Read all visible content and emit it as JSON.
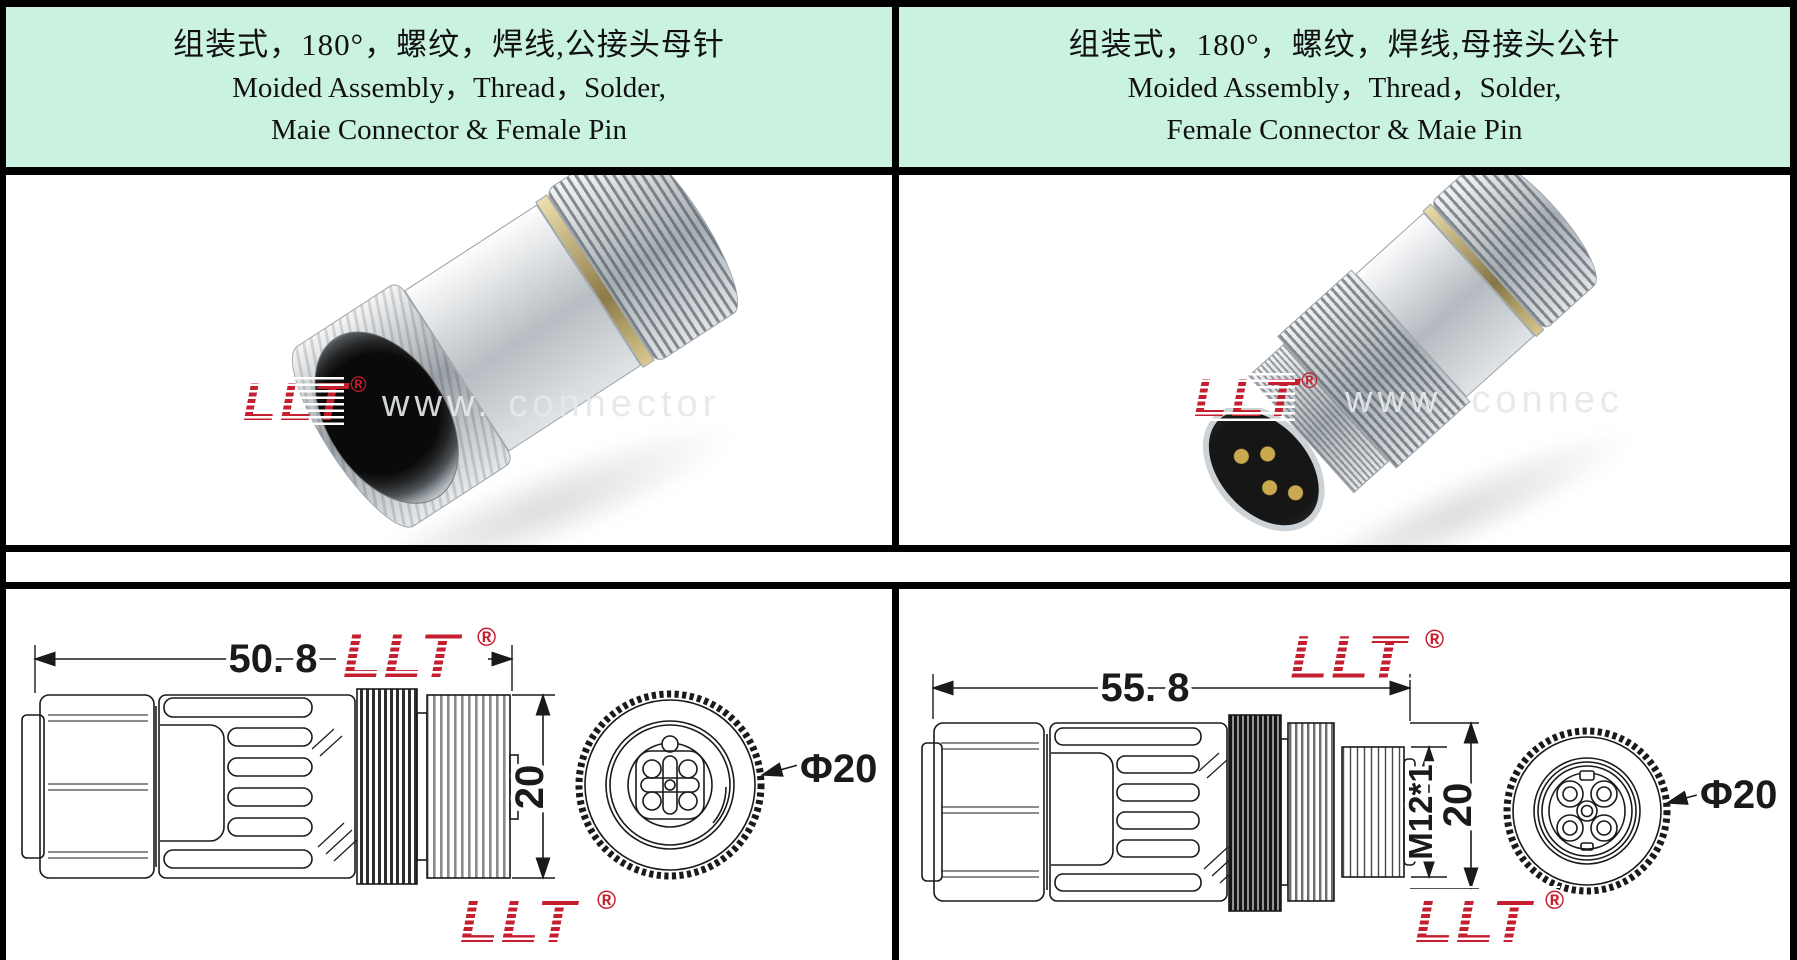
{
  "colors": {
    "header_bg": "#c9f2e1",
    "logo_red": "#c41e2f",
    "line": "#1a1a1a",
    "gold_ring": "#c8b078"
  },
  "brand": {
    "logo_text": "LLT",
    "registered": "®"
  },
  "header": {
    "left": {
      "title_zh": "组装式，180°，螺纹，焊线,公接头母针",
      "subtitle_en": "Moided Assembly，Thread，Solder,",
      "subtitle_en2": "Maie Connector & Female Pin"
    },
    "right": {
      "title_zh": "组装式，180°，螺纹，焊线,母接头公针",
      "subtitle_en": "Moided Assembly，Thread，Solder,",
      "subtitle_en2": "Female Connector & Maie Pin"
    }
  },
  "photos": {
    "left": {
      "watermark": "www. connector"
    },
    "right": {
      "watermark": "www. connec"
    }
  },
  "drawings": {
    "left": {
      "length": "50. 8",
      "outer_diameter": "20",
      "front_diameter": "Φ20"
    },
    "right": {
      "length": "55. 8",
      "thread": "M12*1",
      "outer_diameter": "20",
      "front_diameter": "Φ20"
    }
  }
}
